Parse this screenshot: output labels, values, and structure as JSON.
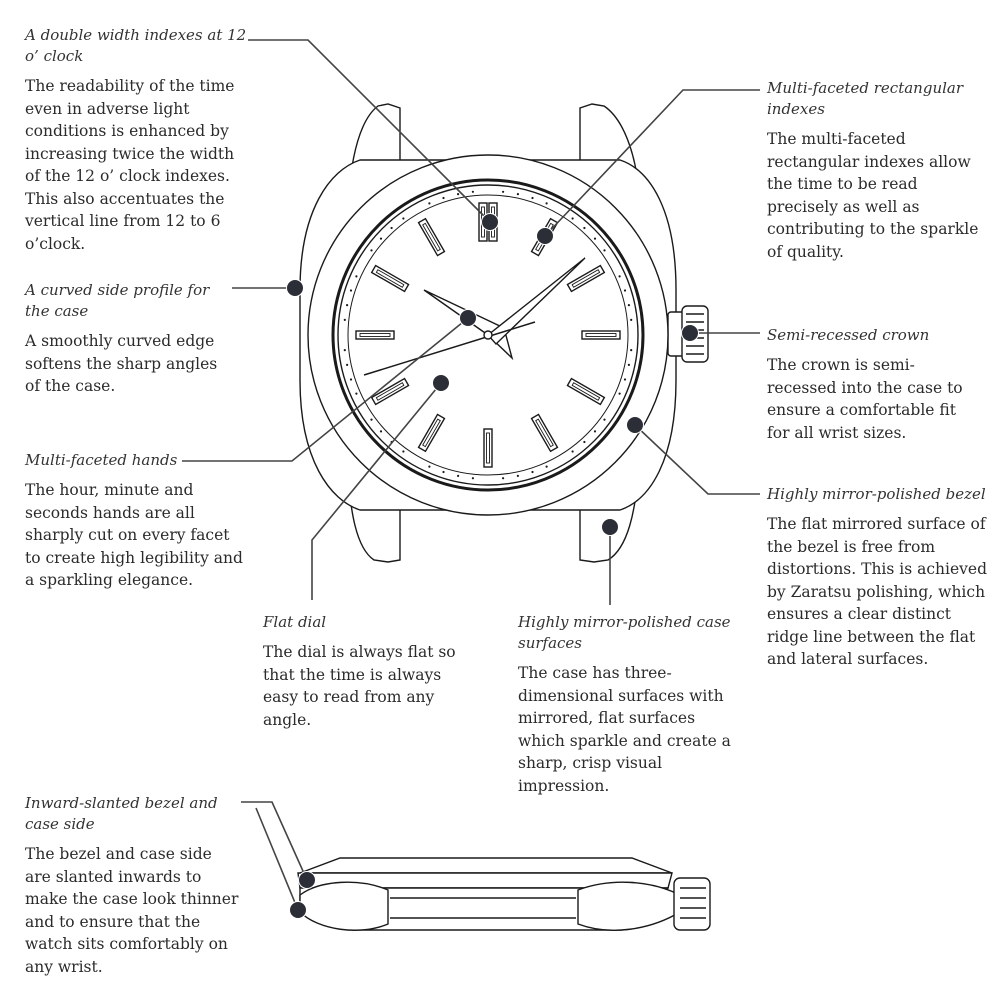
{
  "callouts": {
    "double_width": {
      "title": "A double width indexes at 12 o’ clock",
      "body": "The readability of the time even in adverse light conditions is enhanced by increasing twice the width of the 12 o’ clock  indexes. This also accentuates the vertical line from 12 to 6 o’clock."
    },
    "curved_side": {
      "title": "A curved side profile for the case",
      "body": "A smoothly curved edge softens the sharp angles of the case."
    },
    "hands": {
      "title": "Multi-faceted hands",
      "body": "The hour, minute and seconds hands are all sharply cut on every facet to create high legibility and a sparkling elegance."
    },
    "flat_dial": {
      "title": "Flat dial",
      "body": "The dial is always flat so that the time is always easy to read from any angle."
    },
    "case_surfaces": {
      "title": "Highly mirror-polished case surfaces",
      "body": "The case has three-dimensional surfaces with mirrored, flat surfaces which sparkle and create a sharp, crisp visual impression."
    },
    "rect_indexes": {
      "title": "Multi-faceted rectangular indexes",
      "body": "The multi-faceted rectangular indexes allow the time to be read precisely as well as contributing to the sparkle of quality."
    },
    "crown": {
      "title": "Semi-recessed crown",
      "body": "The crown is semi-recessed into the case to ensure a comfortable fit for all wrist sizes."
    },
    "bezel": {
      "title": "Highly mirror-polished bezel",
      "body": "The flat mirrored surface of the bezel is free from distortions. This is achieved by Zaratsu polishing, which ensures a clear distinct ridge line between the flat and lateral surfaces."
    },
    "slanted": {
      "title": "Inward-slanted bezel and case side",
      "body": "The bezel and case side are slanted inwards to make the case look thinner and to ensure that the watch sits comfortably on any wrist."
    }
  },
  "colors": {
    "text": "#2b2b2b",
    "line": "#444444",
    "marker": "#2b2e36"
  }
}
